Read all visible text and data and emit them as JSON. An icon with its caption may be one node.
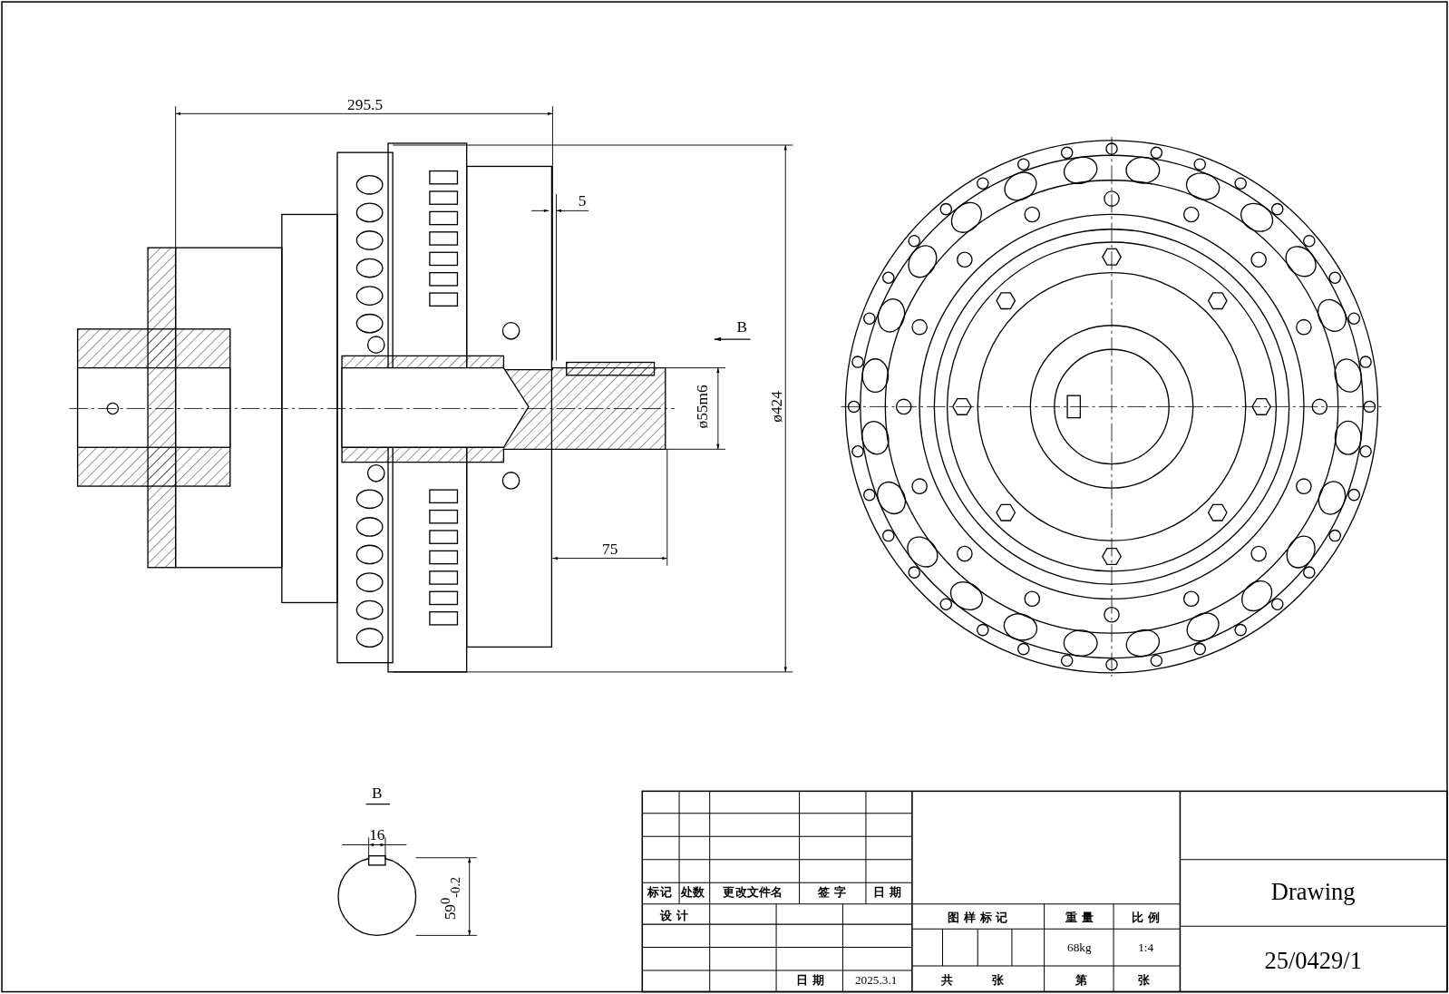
{
  "diagram": {
    "labels": [
      "295.5",
      "5",
      "B",
      "ø55m6",
      "ø424",
      "75",
      "B",
      "16",
      "59$^{0}$$_{-0.2}$",
      "标记",
      "处数",
      "更改文件名",
      "签 字",
      "日 期",
      "设 计",
      "图 样 标 记",
      "重 量",
      "比 例",
      "68kg",
      "1:4",
      "日 期",
      "2025.3.1",
      "共",
      "张",
      "第",
      "张",
      "Drawing",
      "25/0429/1"
    ]
  }
}
